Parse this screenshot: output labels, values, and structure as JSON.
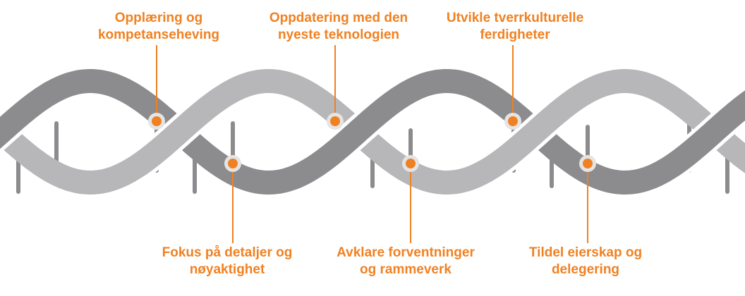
{
  "colors": {
    "accent": "#F08122",
    "strand_dark": "#8C8B8E",
    "strand_light": "#B7B7B9",
    "rung": "#8C8B8E",
    "marker_halo": "#E4E4E4"
  },
  "labels_top": [
    {
      "text": "Opplæring og\nkompetanseheving"
    },
    {
      "text": "Oppdatering med den\nnyeste teknologien"
    },
    {
      "text": "Utvikle tverrkulturelle\nferdigheter"
    }
  ],
  "labels_bottom": [
    {
      "text": "Fokus på detaljer og\nnøyaktighet"
    },
    {
      "text": "Avklare forventninger\nog rammeverk"
    },
    {
      "text": "Tildel eierskap og\ndelegering"
    }
  ]
}
